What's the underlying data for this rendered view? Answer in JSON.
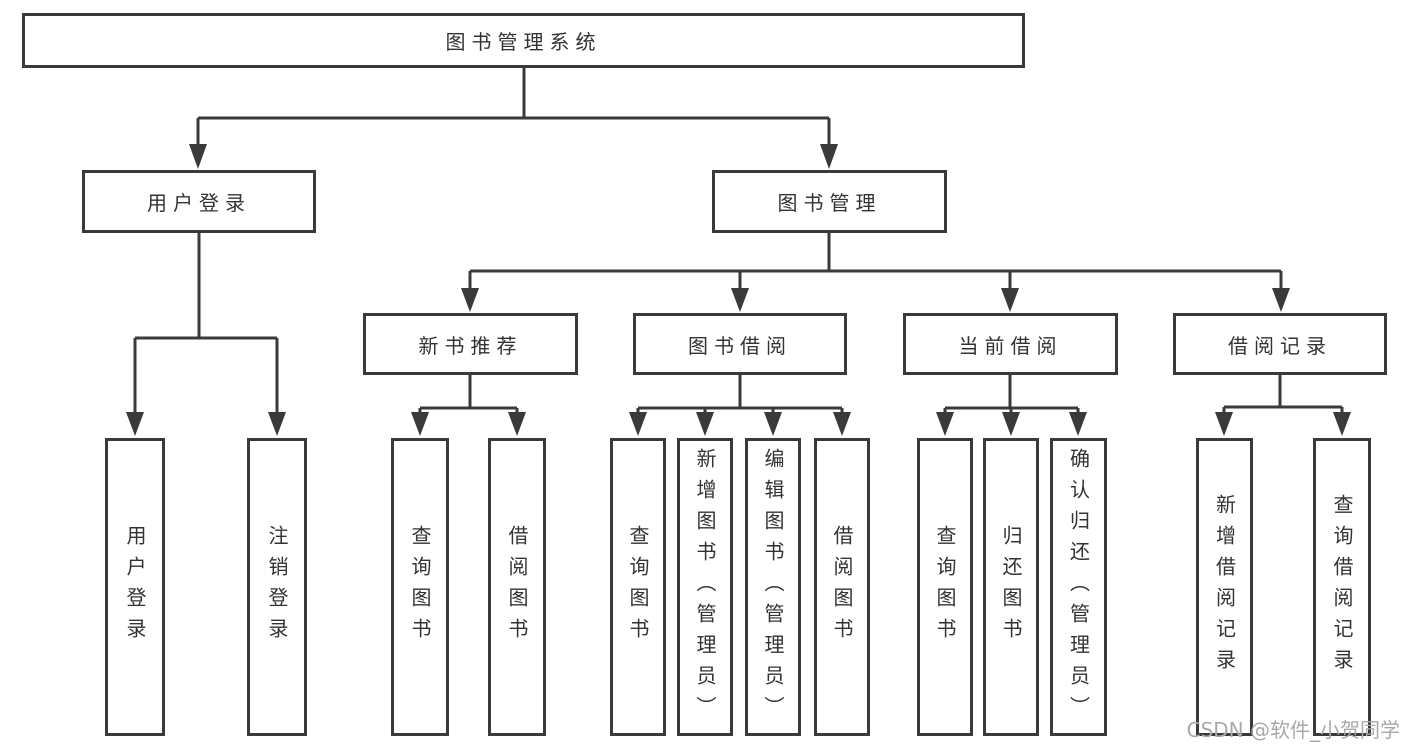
{
  "diagram": {
    "type": "tree",
    "colors": {
      "line": "#3a3a3a",
      "box_border": "#3a3a3a",
      "box_fill": "#ffffff",
      "text": "#333333",
      "watermark_text_color": "#a9a9a9",
      "background": "#ffffff"
    },
    "root": {
      "label": "图书管理系统"
    },
    "level2": [
      {
        "label": "用户登录",
        "parent": "图书管理系统"
      },
      {
        "label": "图书管理",
        "parent": "图书管理系统"
      }
    ],
    "level3": [
      {
        "label": "新书推荐",
        "parent": "图书管理"
      },
      {
        "label": "图书借阅",
        "parent": "图书管理"
      },
      {
        "label": "当前借阅",
        "parent": "图书管理"
      },
      {
        "label": "借阅记录",
        "parent": "图书管理"
      }
    ],
    "leaves": [
      {
        "label": "用户登录",
        "parent": "用户登录"
      },
      {
        "label": "注销登录",
        "parent": "用户登录"
      },
      {
        "label": "查询图书",
        "parent": "新书推荐"
      },
      {
        "label": "借阅图书",
        "parent": "新书推荐"
      },
      {
        "label": "查询图书",
        "parent": "图书借阅"
      },
      {
        "label": "新增图书（管理员）",
        "parent": "图书借阅"
      },
      {
        "label": "编辑图书（管理员）",
        "parent": "图书借阅"
      },
      {
        "label": "借阅图书",
        "parent": "图书借阅"
      },
      {
        "label": "查询图书",
        "parent": "当前借阅"
      },
      {
        "label": "归还图书",
        "parent": "当前借阅"
      },
      {
        "label": "确认归还（管理员）",
        "parent": "当前借阅"
      },
      {
        "label": "新增借阅记录",
        "parent": "借阅记录"
      },
      {
        "label": "查询借阅记录",
        "parent": "借阅记录"
      }
    ]
  },
  "watermark": {
    "text": "CSDN @软件_小贺同学"
  }
}
